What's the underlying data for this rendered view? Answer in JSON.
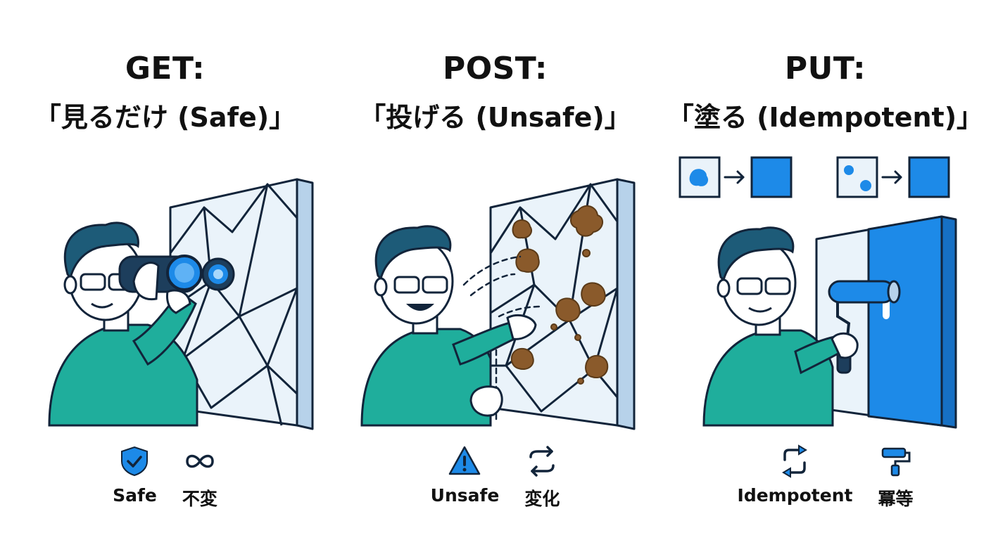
{
  "panels": [
    {
      "method": "GET:",
      "subtitle": "「見るだけ (Safe)」",
      "illustration": "person-binoculars-wall",
      "legend": [
        {
          "icon": "shield-check-icon",
          "label": "Safe"
        },
        {
          "icon": "infinity-icon",
          "label": "不変"
        }
      ]
    },
    {
      "method": "POST:",
      "subtitle": "「投げる (Unsafe)」",
      "illustration": "person-throwing-mud-wall",
      "legend": [
        {
          "icon": "warning-triangle-icon",
          "label": "Unsafe"
        },
        {
          "icon": "swap-arrows-icon",
          "label": "変化"
        }
      ]
    },
    {
      "method": "PUT:",
      "subtitle": "「塗る (Idempotent)」",
      "illustration": "person-painting-wall-with-roller",
      "legend": [
        {
          "icon": "cycle-arrows-icon",
          "label": "Idempotent"
        },
        {
          "icon": "paint-roller-icon",
          "label": "冪等"
        }
      ]
    }
  ],
  "colors": {
    "accent_blue": "#1d8ae8",
    "shirt_teal": "#1fae9c",
    "hair_navy": "#1d5b78",
    "outline": "#12243a",
    "wall_glass": "#eaf3fa",
    "mud_brown": "#8a5a2b"
  }
}
